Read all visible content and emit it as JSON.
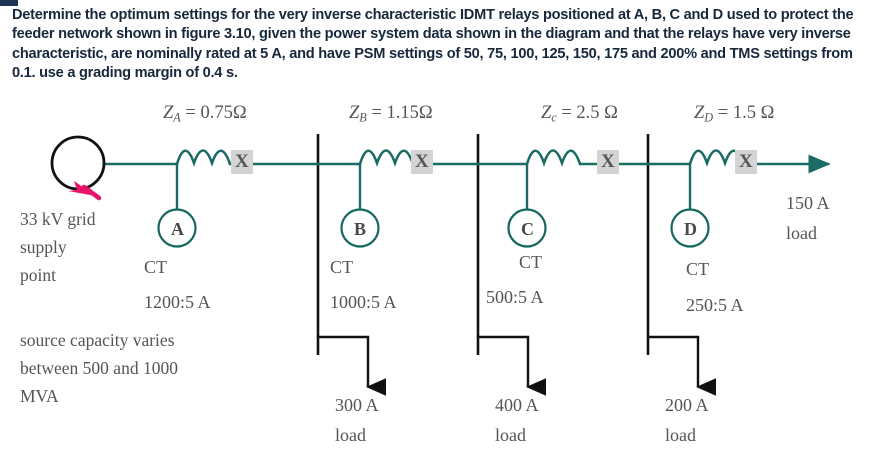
{
  "question": {
    "text": "Determine the optimum settings for the very inverse characteristic IDMT relays positioned at A, B, C and D used to protect the feeder network shown in figure 3.10, given the power system data shown in the diagram and that the relays have very inverse characteristic, are nominally rated at 5 A, and have PSM settings of 50, 75, 100, 125, 150, 175 and 200% and TMS settings from 0.1. use a grading margin of 0.4 s."
  },
  "colors": {
    "line": "#1a6b63",
    "busbar": "#111111",
    "source_circle": "#111111",
    "cursor": "#e8126e",
    "text": "#555555",
    "header_text": "#17283c",
    "cb_box": "#d4d4d4",
    "corner_mark": "#1c3557"
  },
  "diagram": {
    "title_ref": "figure 3.10",
    "source": {
      "symbol": "circle",
      "note_lines": [
        "33 kV grid",
        "supply",
        "point"
      ],
      "capacity_note_lines": [
        "source capacity varies",
        "between 500 and 1000",
        "MVA"
      ]
    },
    "impedances": [
      {
        "id": "ZA",
        "base": "Z",
        "sub": "A",
        "value": "0.75Ω",
        "full": "Z_A = 0.75Ω"
      },
      {
        "id": "ZB",
        "base": "Z",
        "sub": "B",
        "value": "1.15Ω",
        "full": "Z_B = 1.15Ω"
      },
      {
        "id": "ZC",
        "base": "Z",
        "sub": "c",
        "value": "2.5 Ω",
        "full": "Z_c = 2.5 Ω"
      },
      {
        "id": "ZD",
        "base": "Z",
        "sub": "D",
        "value": "1.5 Ω",
        "full": "Z_D = 1.5 Ω"
      }
    ],
    "relays": [
      {
        "letter": "A",
        "ct_label": "CT",
        "ct_ratio": "1200:5 A"
      },
      {
        "letter": "B",
        "ct_label": "CT",
        "ct_ratio": "1000:5 A"
      },
      {
        "letter": "C",
        "ct_label": "CT",
        "ct_ratio": "500:5 A"
      },
      {
        "letter": "D",
        "ct_label": "CT",
        "ct_ratio": "250:5 A"
      }
    ],
    "breakers": [
      {
        "symbol": "X"
      },
      {
        "symbol": "X"
      },
      {
        "symbol": "X"
      },
      {
        "symbol": "X"
      }
    ],
    "loads": [
      {
        "current": "300 A",
        "label": "load"
      },
      {
        "current": "400 A",
        "label": "load"
      },
      {
        "current": "200 A",
        "label": "load"
      }
    ],
    "end_load": {
      "current": "150 A",
      "label": "load"
    }
  }
}
